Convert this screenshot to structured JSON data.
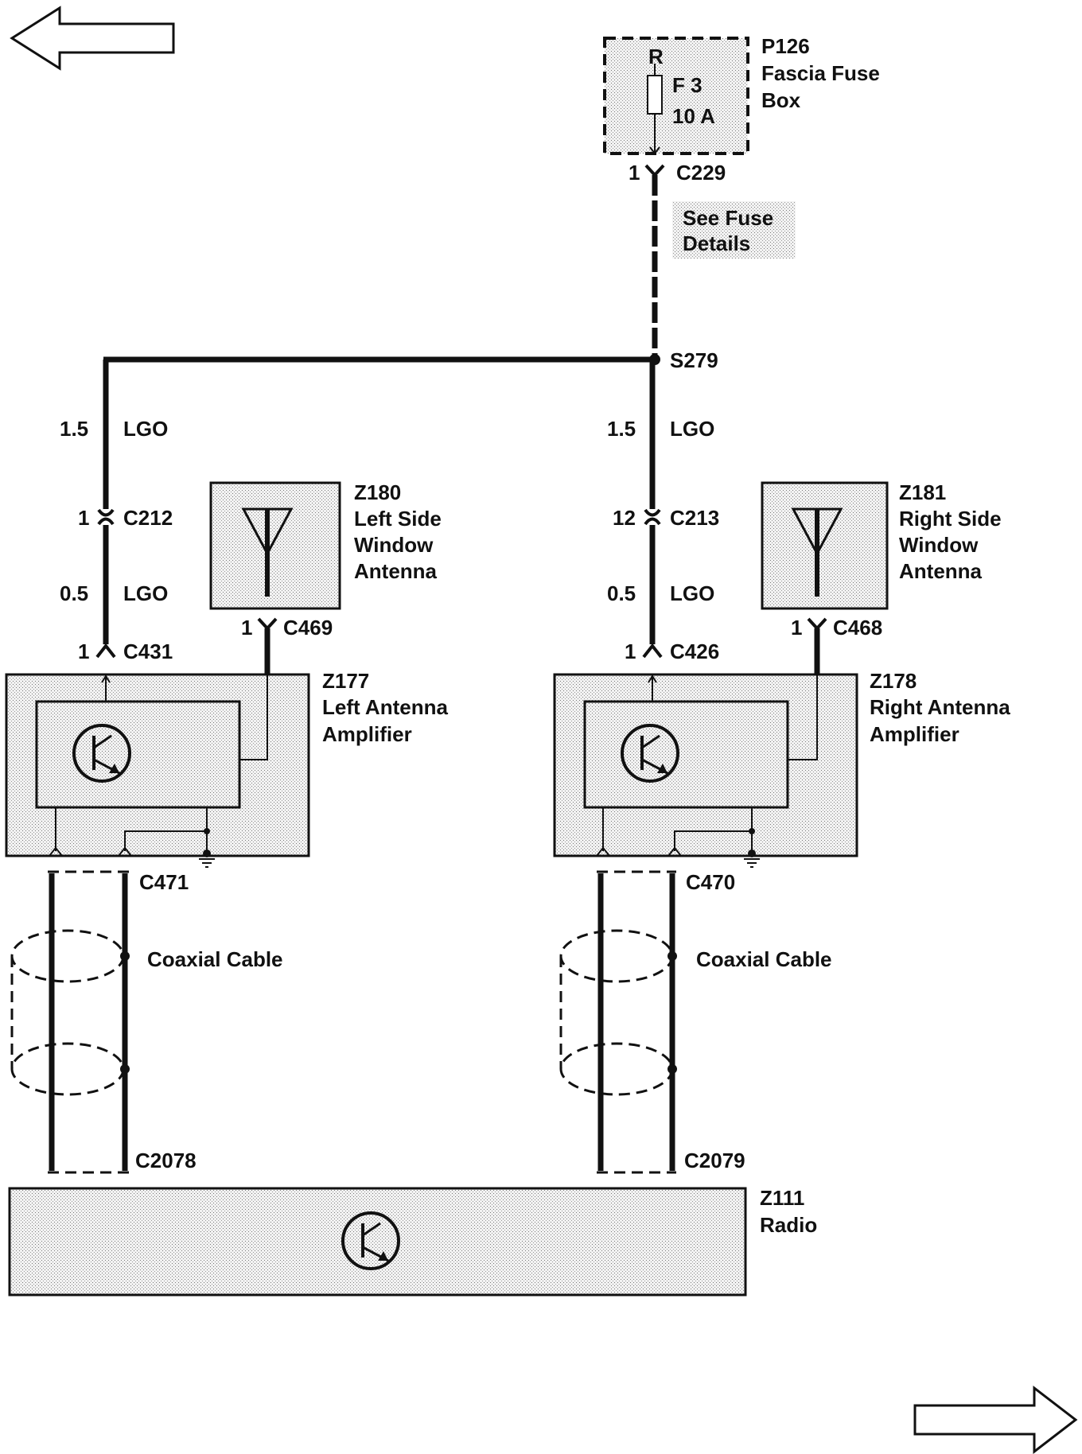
{
  "nav": {
    "prev_icon": "left-arrow-icon",
    "next_icon": "right-arrow-icon"
  },
  "fuse_box": {
    "id": "P126",
    "name_line1": "Fascia Fuse",
    "name_line2": "Box",
    "terminal": "R",
    "fuse": "F 3",
    "rating": "10 A",
    "connector": "C229",
    "pin": "1",
    "note_line1": "See Fuse",
    "note_line2": "Details"
  },
  "splice": "S279",
  "left": {
    "wire1_size": "1.5",
    "wire1_color": "LGO",
    "inline_connector": "C212",
    "inline_pin": "1",
    "wire2_size": "0.5",
    "wire2_color": "LGO",
    "amp_connector": "C431",
    "amp_pin": "1",
    "antenna": {
      "id": "Z180",
      "line1": "Left Side",
      "line2": "Window",
      "line3": "Antenna",
      "connector": "C469",
      "pin": "1"
    },
    "amplifier": {
      "id": "Z177",
      "line1": "Left Antenna",
      "line2": "Amplifier"
    },
    "coax_top_connector": "C471",
    "coax_label": "Coaxial Cable",
    "coax_bottom_connector": "C2078"
  },
  "right": {
    "wire1_size": "1.5",
    "wire1_color": "LGO",
    "inline_connector": "C213",
    "inline_pin": "12",
    "wire2_size": "0.5",
    "wire2_color": "LGO",
    "amp_connector": "C426",
    "amp_pin": "1",
    "antenna": {
      "id": "Z181",
      "line1": "Right Side",
      "line2": "Window",
      "line3": "Antenna",
      "connector": "C468",
      "pin": "1"
    },
    "amplifier": {
      "id": "Z178",
      "line1": "Right Antenna",
      "line2": "Amplifier"
    },
    "coax_top_connector": "C470",
    "coax_label": "Coaxial Cable",
    "coax_bottom_connector": "C2079"
  },
  "radio": {
    "id": "Z111",
    "name": "Radio"
  }
}
